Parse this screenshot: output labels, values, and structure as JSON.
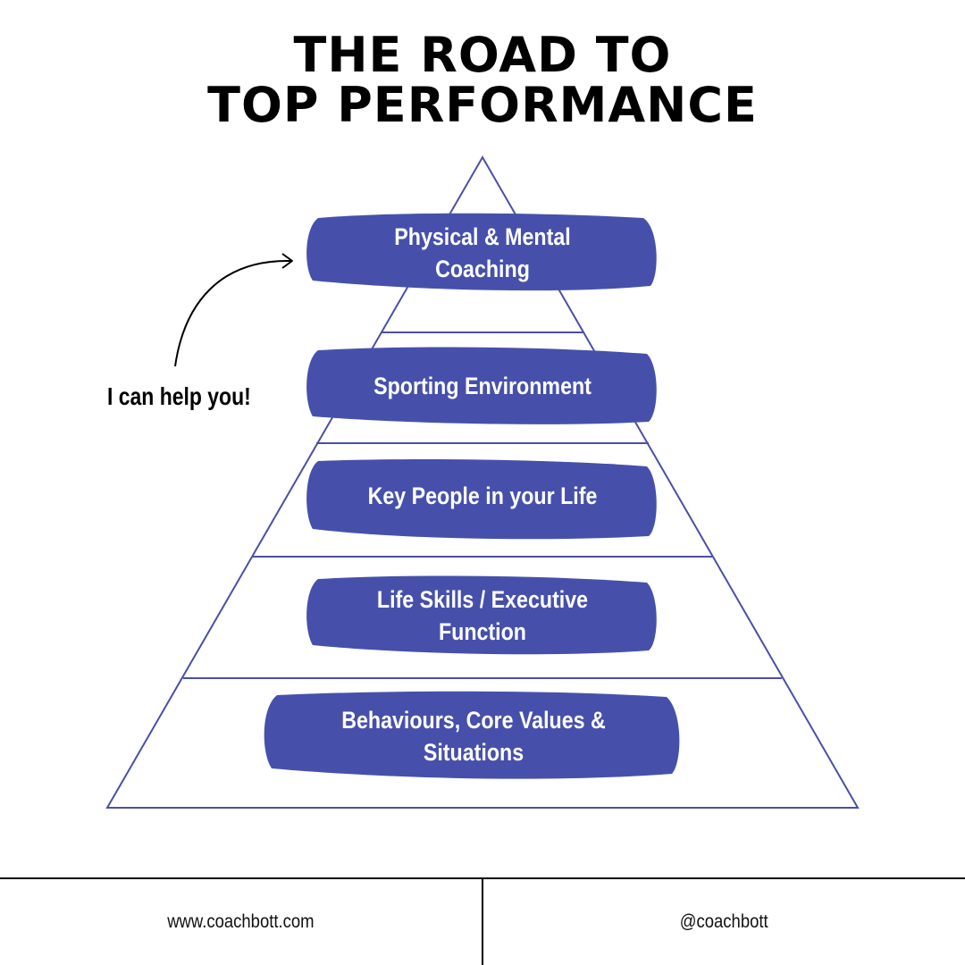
{
  "title": {
    "line1": "THE ROAD TO",
    "line2": "TOP PERFORMANCE"
  },
  "pyramid": {
    "levels": [
      {
        "label": "Physical & Mental\nCoaching"
      },
      {
        "label": "Sporting Environment"
      },
      {
        "label": "Key People in your Life"
      },
      {
        "label": "Life Skills / Executive\nFunction"
      },
      {
        "label": "Behaviours, Core Values &\nSituations"
      }
    ]
  },
  "callout": {
    "text": "I can help you!",
    "arrow_icon": "curved-arrow-icon"
  },
  "footer": {
    "website": "www.coachbott.com",
    "handle": "@coachbott"
  },
  "colors": {
    "band": "#4650ab",
    "outline": "#4a4fa8",
    "text": "#000000",
    "background": "#ffffff"
  }
}
